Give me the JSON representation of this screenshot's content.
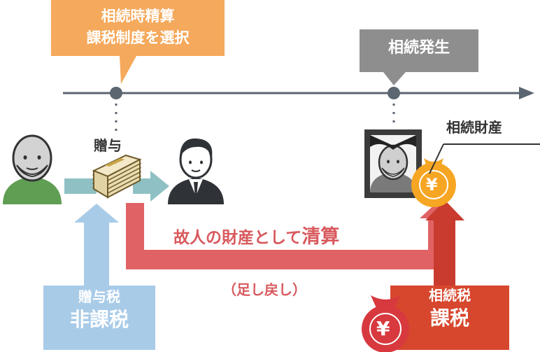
{
  "timeline": {
    "gift_event_label": "相続時精算\n課税制度を選択",
    "gift_event_line1": "相続時精算",
    "gift_event_line2": "課税制度を選択",
    "inheritance_event_label": "相続発生"
  },
  "labels": {
    "gift": "贈与",
    "estate": "相続財産",
    "settlement_main": "故人の財産として",
    "settlement_emph": "清算",
    "add_back": "（足し戻し）"
  },
  "tax_boxes": {
    "gift_tax": {
      "title": "贈与税",
      "status": "非課税"
    },
    "inheritance_tax": {
      "title": "相続税",
      "status": "課税"
    }
  },
  "icons": {
    "yen_symbol": "¥"
  },
  "colors": {
    "orange_callout": "#f5a95c",
    "gray_callout": "#8e8e8e",
    "timeline": "#5b6670",
    "red_arrow": "#e06265",
    "blue_arrow": "#a8cbe8",
    "dark_red": "#d7472d",
    "teal_arrow": "#8fc1c4",
    "money_bag_orange": "#f6a623",
    "money_bag_red": "#d7393e",
    "person_green": "#5f9e53"
  }
}
